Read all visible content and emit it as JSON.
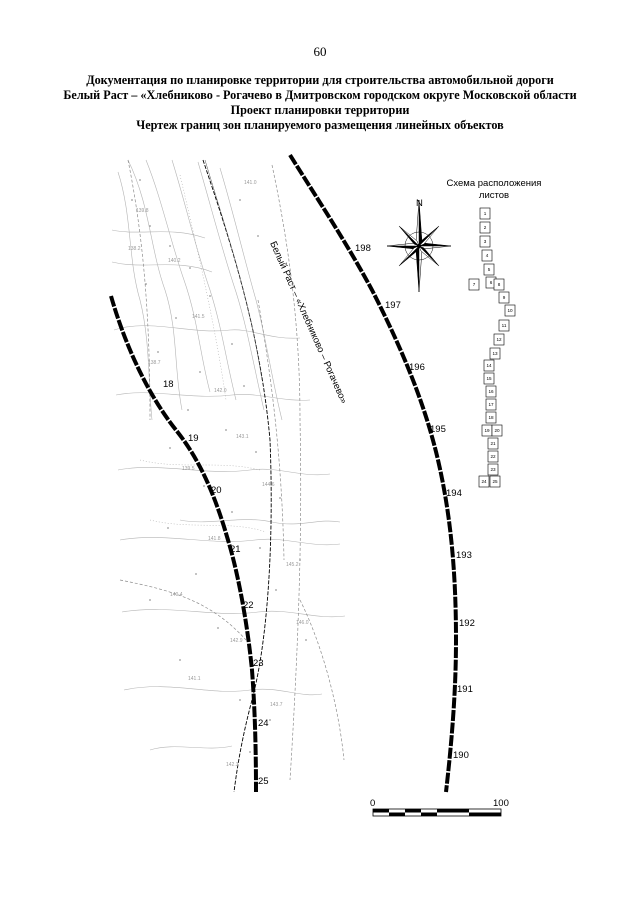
{
  "page_number": "60",
  "title_lines": [
    "Документация по планировке территории для строительства автомобильной дороги",
    "Белый Раст – «Хлебниково - Рогачево в Дмитровском городском округе Московской области",
    "Проект планировки территории",
    "Чертеж границ зон планируемого размещения линейных объектов"
  ],
  "map": {
    "road_label": "Белый Раст – «Хлебниково – Рогачево»",
    "north_label": "N",
    "left_boundary_points": [
      "18",
      "19",
      "20",
      "21",
      "22",
      "23",
      "24",
      "25"
    ],
    "right_boundary_points": [
      "198",
      "197",
      "196",
      "195",
      "194",
      "193",
      "192",
      "191",
      "190"
    ]
  },
  "sheet_scheme": {
    "title_line1": "Схема расположения",
    "title_line2": "листов",
    "sheets": [
      "1",
      "2",
      "3",
      "4",
      "5",
      "6",
      "7",
      "8",
      "9",
      "10",
      "11",
      "12",
      "13",
      "14",
      "15",
      "16",
      "17",
      "18",
      "19",
      "20",
      "21",
      "22",
      "23",
      "24",
      "25"
    ]
  },
  "scale_bar": {
    "start_label": "0",
    "end_label": "100"
  }
}
